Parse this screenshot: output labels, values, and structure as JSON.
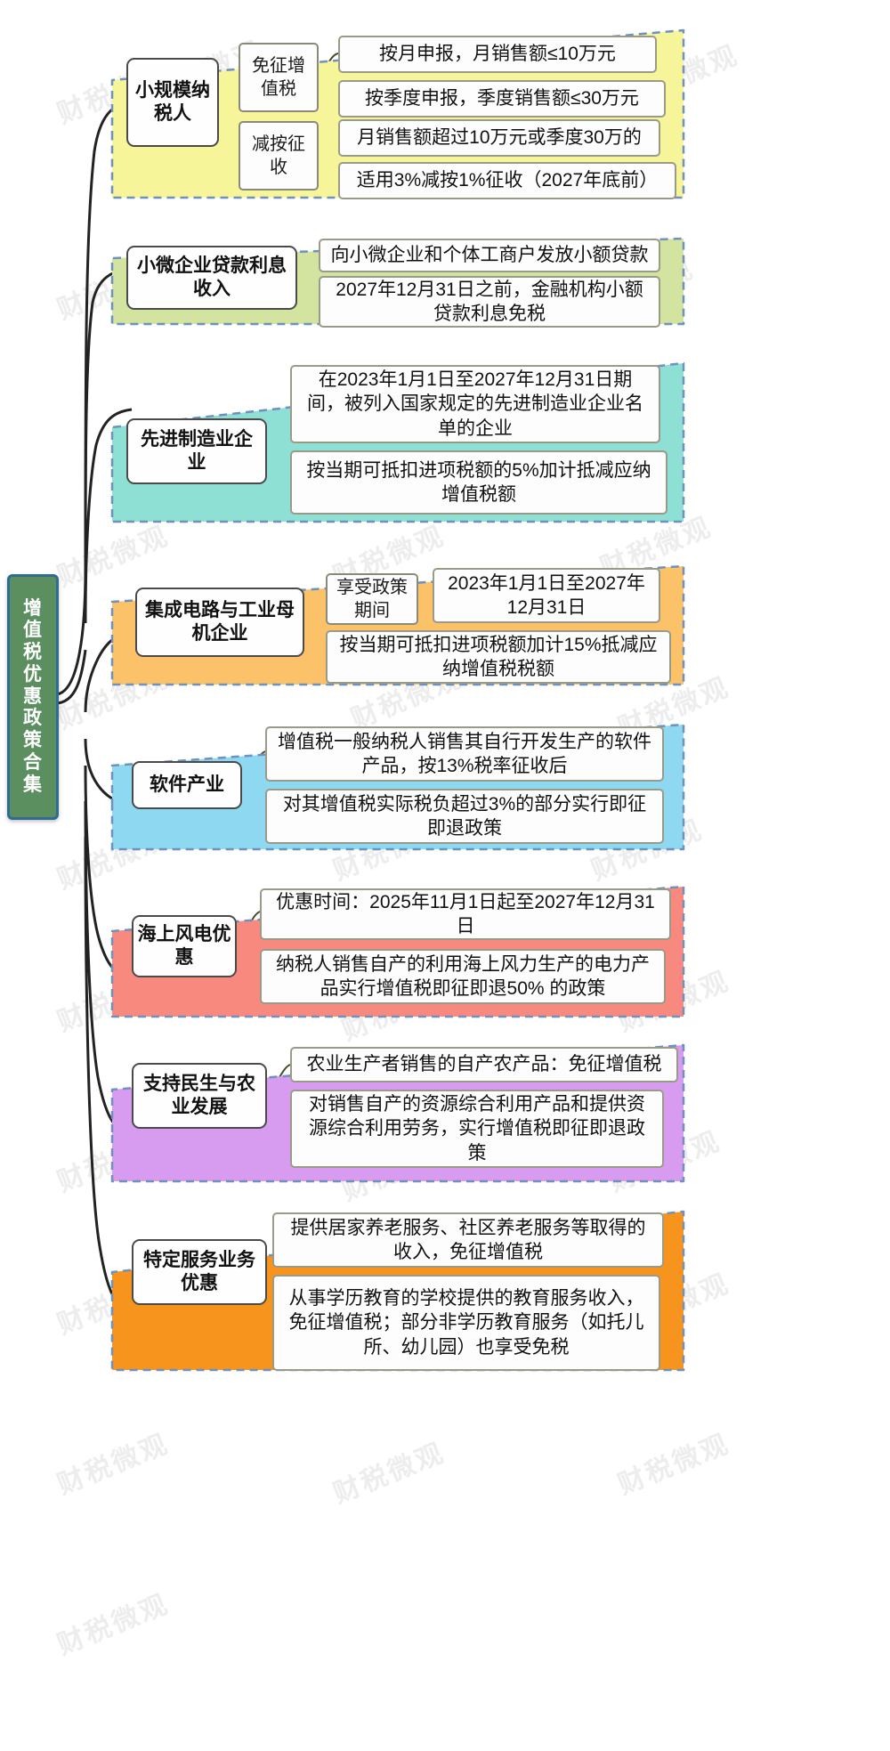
{
  "root": {
    "label": "增值税优惠政策合集",
    "color": "#5b8f5f",
    "border_color": "#2f6b93"
  },
  "watermark": {
    "text": "财税微观"
  },
  "branches": [
    {
      "id": "small-scale-taxpayer",
      "title": "小规模纳税人",
      "fill": "#f7f59a",
      "stroke": "#6f91bf",
      "subs": [
        {
          "label": "免征增值税",
          "leaves": [
            "按月申报，月销售额≤10万元",
            "按季度申报，季度销售额≤30万元"
          ]
        },
        {
          "label": "减按征收",
          "leaves": [
            "月销售额超过10万元或季度30万的",
            "适用3%减按1%征收（2027年底前）"
          ]
        }
      ]
    },
    {
      "id": "small-micro-loan-interest",
      "title": "小微企业贷款利息收入",
      "fill": "#d3e3a0",
      "stroke": "#6f91bf",
      "leaves": [
        "向小微企业和个体工商户发放小额贷款",
        "2027年12月31日之前，金融机构小额贷款利息免税"
      ]
    },
    {
      "id": "advanced-manufacturing",
      "title": "先进制造业企业",
      "fill": "#8ee0d4",
      "stroke": "#6f91bf",
      "leaves": [
        "在2023年1月1日至2027年12月31日期间，被列入国家规定的先进制造业企业名单的企业",
        "按当期可抵扣进项税额的5%加计抵减应纳增值税额"
      ]
    },
    {
      "id": "ic-and-machine-tools",
      "title": "集成电路与工业母机企业",
      "fill": "#fbc26a",
      "stroke": "#6f91bf",
      "subs": [
        {
          "label": "享受政策期间",
          "leaves": [
            "2023年1月1日至2027年12月31日"
          ]
        }
      ],
      "leaves": [
        "按当期可抵扣进项税额加计15%抵减应纳增值税税额"
      ]
    },
    {
      "id": "software-industry",
      "title": "软件产业",
      "fill": "#8fd8f2",
      "stroke": "#6f91bf",
      "leaves": [
        "增值税一般纳税人销售其自行开发生产的软件产品，按13%税率征收后",
        "对其增值税实际税负超过3%的部分实行即征即退政策"
      ]
    },
    {
      "id": "offshore-wind-power",
      "title": "海上风电优惠",
      "fill": "#f8897f",
      "stroke": "#6f91bf",
      "leaves": [
        "优惠时间：2025年11月1日起至2027年12月31日",
        "纳税人销售自产的利用海上风力生产的电力产品实行增值税即征即退50% 的政策"
      ]
    },
    {
      "id": "livelihood-and-agriculture",
      "title": "支持民生与农业发展",
      "fill": "#d79bf0",
      "stroke": "#6f91bf",
      "leaves": [
        "农业生产者销售的自产农产品：免征增值税",
        "对销售自产的资源综合利用产品和提供资源综合利用劳务，实行增值税即征即退政策"
      ]
    },
    {
      "id": "specific-services",
      "title": "特定服务业务优惠",
      "fill": "#f7941e",
      "stroke": "#6f91bf",
      "leaves": [
        "提供居家养老服务、社区养老服务等取得的收入，免征增值税",
        "从事学历教育的学校提供的教育服务收入，免征增值税；部分非学历教育服务（如托儿所、幼儿园）也享受免税"
      ]
    }
  ]
}
